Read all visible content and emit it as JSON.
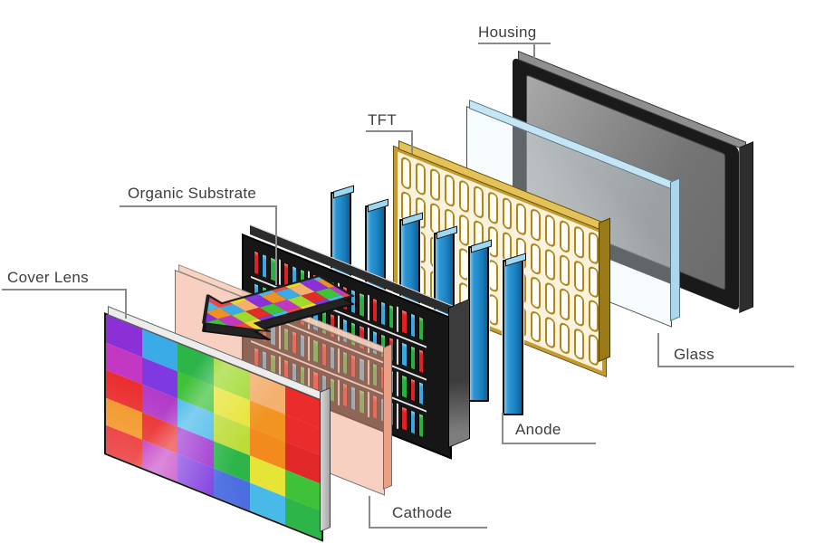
{
  "labels": {
    "housing": "Housing",
    "tft": "TFT",
    "organic_substrate": "Organic Substrate",
    "cover_lens": "Cover Lens",
    "glass": "Glass",
    "anode": "Anode",
    "cathode": "Cathode"
  },
  "colors": {
    "background": "#ffffff",
    "label_text": "#3d3d3d",
    "leader_line": "#8a8a8a",
    "housing_frame": "#1a1a1a",
    "housing_screen": "#7d7d7d",
    "glass_tint": "#bfe0f0",
    "tft_gold": "#c79b2b",
    "tft_field": "#f9f2dc",
    "anode_blue": "#1d85c5",
    "substrate_black": "#161616",
    "cathode_salmon": "#f2a88c"
  },
  "cover_lens": {
    "rows": 5,
    "cols": 6,
    "grid": [
      [
        "#8b2fd6",
        "#3aabe6",
        "#2db54a",
        "#9fd92e",
        "#f3b06e",
        "#ea2c2c"
      ],
      [
        "#c238c2",
        "#7e3ae0",
        "#3fc13a",
        "#e6e436",
        "#f29422",
        "#ea2c2c"
      ],
      [
        "#ea2c2c",
        "#b23ac8",
        "#49b9ea",
        "#bcdc38",
        "#f28a1e",
        "#e02828"
      ],
      [
        "#f29422",
        "#ea2c2c",
        "#9b30d0",
        "#2db54a",
        "#e6e436",
        "#3fc13a"
      ],
      [
        "#ea2c2c",
        "#c238c2",
        "#7e3ae0",
        "#4a6de0",
        "#49b9ea",
        "#2db54a"
      ]
    ]
  },
  "organic_substrate": {
    "rows": 4,
    "cells_per_row": 6,
    "bars_per_cell": 3,
    "subpixel_cycle": [
      "#e02121",
      "#3aa8e0",
      "#2ab03e"
    ]
  },
  "tft": {
    "slot_rows": 4,
    "slot_cols": 14
  },
  "anode": {
    "bar_count": 6
  },
  "arrow": {
    "cell_colors": [
      "#e22b2b",
      "#f09020",
      "#ecd92c",
      "#3fc13a",
      "#3aabe6",
      "#7e3ae0",
      "#c238c2",
      "#f3b06e",
      "#49b9ea",
      "#9fd92e",
      "#8b2fd6",
      "#ea4848"
    ]
  }
}
